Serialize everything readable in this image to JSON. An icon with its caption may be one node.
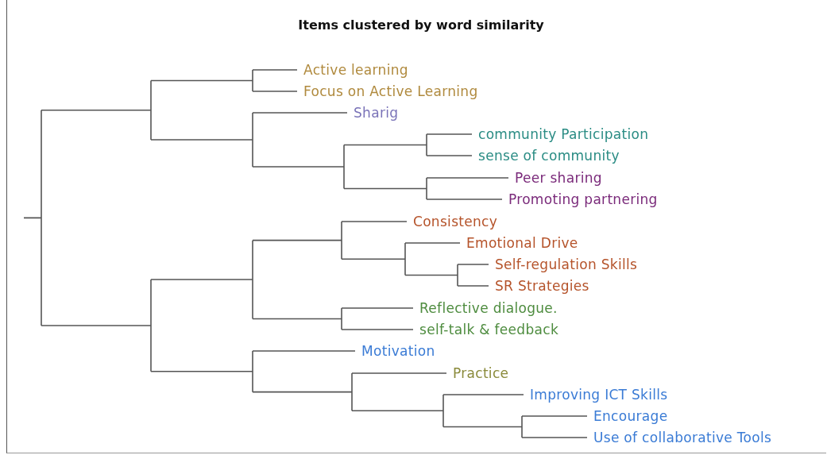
{
  "diagram": {
    "title": "Items clustered by word similarity",
    "labels": [
      "Active learning",
      "Focus on Active Learning",
      "Sharig",
      "community Participation",
      "sense of community",
      "Peer sharing",
      "Promoting partnering",
      "Consistency",
      "Emotional Drive",
      "Self-regulation Skills",
      "SR Strategies",
      "Reflective dialogue.",
      "self-talk & feedback",
      "Motivation",
      "Practice",
      "Improving ICT Skills",
      "Encourage",
      "Use of collaborative Tools"
    ]
  }
}
